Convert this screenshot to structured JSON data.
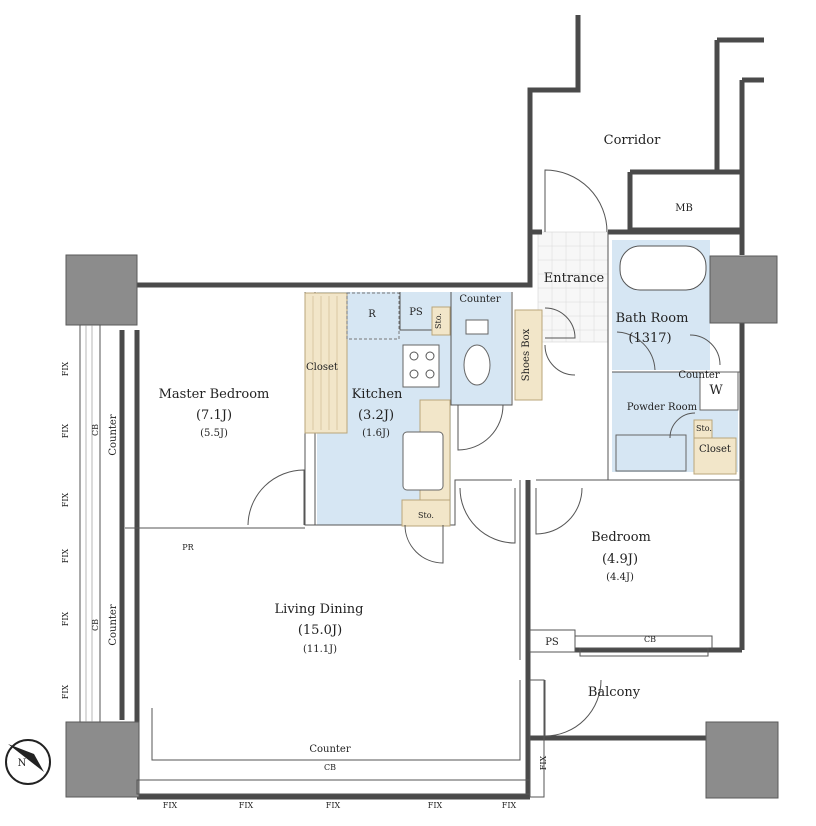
{
  "rooms": {
    "corridor": "Corridor",
    "mb": "MB",
    "entrance": "Entrance",
    "bath_room": "Bath Room",
    "bath_size": "(1317)",
    "master_bedroom": "Master Bedroom",
    "master_size1": "(7.1J)",
    "master_size2": "(5.5J)",
    "closet1": "Closet",
    "kitchen": "Kitchen",
    "kitchen_size1": "(3.2J)",
    "kitchen_size2": "(1.6J)",
    "fridge": "R",
    "ps1": "PS",
    "sto1": "Sto.",
    "counter_top": "Counter",
    "shoes_box": "Shoes Box",
    "counter_powder": "Counter",
    "washer": "W",
    "powder_room": "Powder Room",
    "sto2": "Sto.",
    "closet2": "Closet",
    "sto3": "Sto.",
    "bedroom": "Bedroom",
    "bedroom_size1": "(4.9J)",
    "bedroom_size2": "(4.4J)",
    "pr": "PR",
    "living": "Living Dining",
    "living_size1": "(15.0J)",
    "living_size2": "(11.1J)",
    "ps2": "PS",
    "cb_bedroom": "CB",
    "balcony": "Balcony",
    "counter_bottom": "Counter",
    "cb_bottom": "CB",
    "counter_left1": "Counter",
    "cb_left1": "CB",
    "counter_left2": "Counter",
    "cb_left2": "CB"
  },
  "windows": {
    "fix": "FIX"
  },
  "compass": {
    "north": "N"
  }
}
